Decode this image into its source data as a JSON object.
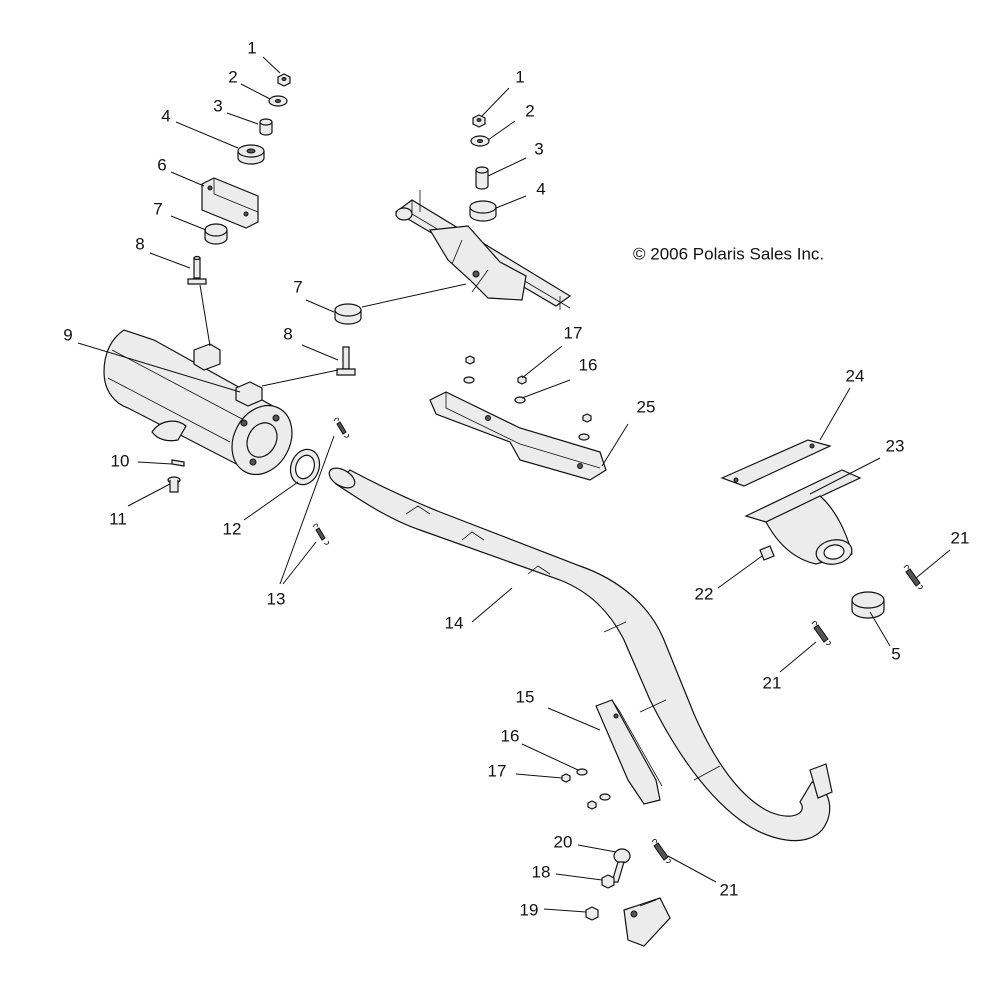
{
  "copyright": "© 2006 Polaris Sales Inc.",
  "callouts": [
    {
      "id": "c1a",
      "text": "1"
    },
    {
      "id": "c2a",
      "text": "2"
    },
    {
      "id": "c3a",
      "text": "3"
    },
    {
      "id": "c4a",
      "text": "4"
    },
    {
      "id": "c6",
      "text": "6"
    },
    {
      "id": "c7a",
      "text": "7"
    },
    {
      "id": "c8a",
      "text": "8"
    },
    {
      "id": "c9",
      "text": "9"
    },
    {
      "id": "c10",
      "text": "10"
    },
    {
      "id": "c11",
      "text": "11"
    },
    {
      "id": "c12",
      "text": "12"
    },
    {
      "id": "c13",
      "text": "13"
    },
    {
      "id": "c14",
      "text": "14"
    },
    {
      "id": "c1b",
      "text": "1"
    },
    {
      "id": "c2b",
      "text": "2"
    },
    {
      "id": "c3b",
      "text": "3"
    },
    {
      "id": "c4b",
      "text": "4"
    },
    {
      "id": "c7b",
      "text": "7"
    },
    {
      "id": "c8b",
      "text": "8"
    },
    {
      "id": "c17a",
      "text": "17"
    },
    {
      "id": "c16a",
      "text": "16"
    },
    {
      "id": "c25",
      "text": "25"
    },
    {
      "id": "c24",
      "text": "24"
    },
    {
      "id": "c23",
      "text": "23"
    },
    {
      "id": "c21a",
      "text": "21"
    },
    {
      "id": "c22",
      "text": "22"
    },
    {
      "id": "c5",
      "text": "5"
    },
    {
      "id": "c21b",
      "text": "21"
    },
    {
      "id": "c15",
      "text": "15"
    },
    {
      "id": "c16b",
      "text": "16"
    },
    {
      "id": "c17b",
      "text": "17"
    },
    {
      "id": "c20",
      "text": "20"
    },
    {
      "id": "c18",
      "text": "18"
    },
    {
      "id": "c21c",
      "text": "21"
    },
    {
      "id": "c19",
      "text": "19"
    }
  ]
}
